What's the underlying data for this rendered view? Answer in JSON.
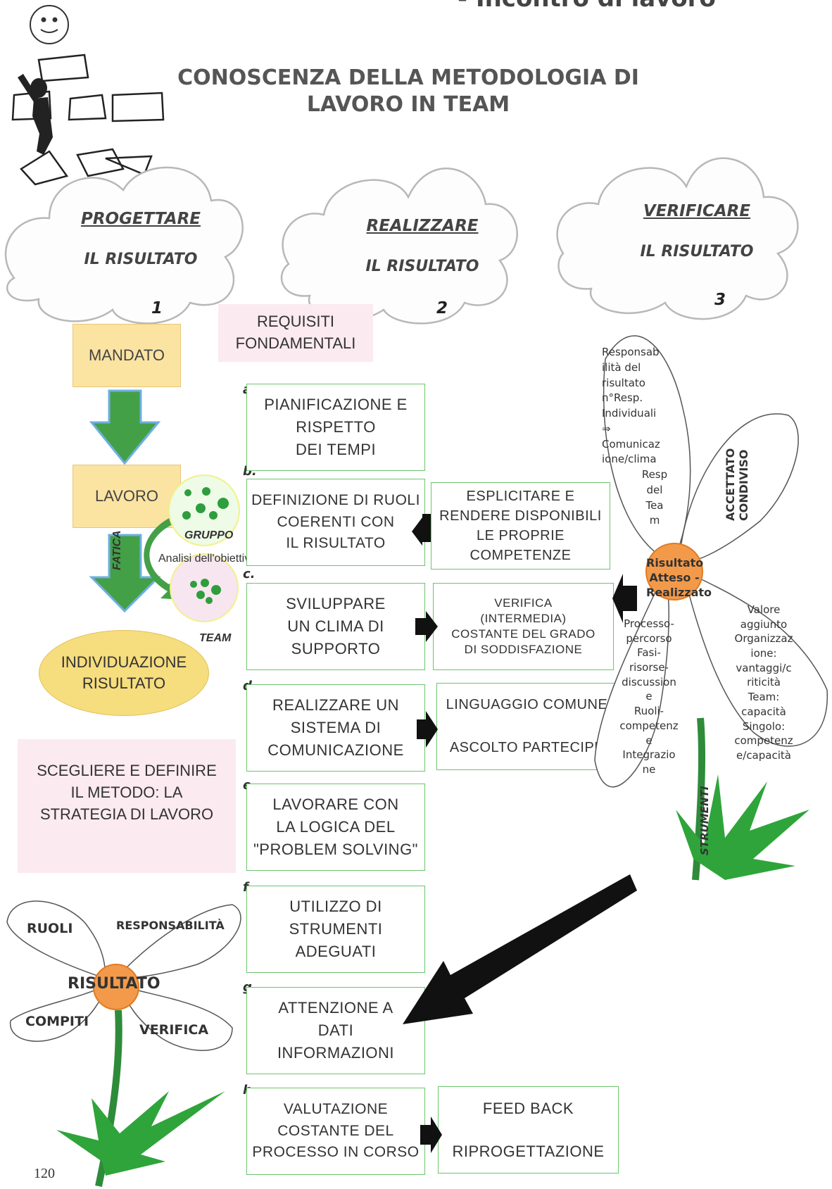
{
  "header_partial": "- Incontro di lavoro",
  "title": {
    "line1": "CONOSCENZA DELLA METODOLOGIA DI",
    "line2": "LAVORO IN TEAM"
  },
  "clouds": [
    {
      "title": "PROGETTARE",
      "subtitle": "IL RISULTATO",
      "number": "1"
    },
    {
      "title": "REALIZZARE",
      "subtitle": "IL RISULTATO",
      "number": "2"
    },
    {
      "title": "VERIFICARE",
      "subtitle": "IL RISULTATO",
      "number": "3"
    }
  ],
  "requisiti": {
    "line1": "REQUISITI",
    "line2": "FONDAMENTALI"
  },
  "left_flow": {
    "mandato": "MANDATO",
    "lavoro": "LAVORO",
    "fatica": "FATICA",
    "gruppo": "GRUPPO",
    "team": "TEAM",
    "analisi": "Analisi dell'obiettivo",
    "individuazione": {
      "line1": "INDIVIDUAZIONE",
      "line2": "RISULTATO"
    }
  },
  "scegliere": {
    "line1": "SCEGLIERE E DEFINIRE",
    "line2": "IL METODO: LA",
    "line3": "STRATEGIA DI LAVORO"
  },
  "steps": [
    {
      "letter": "a.",
      "lines": [
        "PIANIFICAZIONE E",
        "RISPETTO",
        "DEI TEMPI"
      ]
    },
    {
      "letter": "b.",
      "lines": [
        "DEFINIZIONE DI RUOLI",
        "COERENTI CON",
        "IL RISULTATO"
      ]
    },
    {
      "letter": "c.",
      "lines": [
        "SVILUPPARE",
        "UN CLIMA DI",
        "SUPPORTO"
      ]
    },
    {
      "letter": "d",
      "lines": [
        "REALIZZARE UN",
        "SISTEMA DI",
        "COMUNICAZIONE"
      ]
    },
    {
      "letter": "e",
      "lines": [
        "LAVORARE CON",
        "LA LOGICA DEL",
        "\"PROBLEM SOLVING\""
      ]
    },
    {
      "letter": "f.",
      "lines": [
        "UTILIZZO DI",
        "STRUMENTI",
        "ADEGUATI"
      ]
    },
    {
      "letter": "g.",
      "lines": [
        "ATTENZIONE A",
        "DATI",
        "INFORMAZIONI"
      ]
    },
    {
      "letter": "h",
      "lines": [
        "VALUTAZIONE",
        "COSTANTE DEL",
        "PROCESSO IN CORSO"
      ]
    }
  ],
  "side_boxes": {
    "esplicitare": [
      "ESPLICITARE E",
      "RENDERE DISPONIBILI",
      "LE PROPRIE",
      "COMPETENZE"
    ],
    "verifica": [
      "VERIFICA",
      "(INTERMEDIA)",
      "COSTANTE DEL GRADO",
      "DI SODDISFAZIONE"
    ],
    "linguaggio": [
      "LINGUAGGIO COMUNE",
      "ASCOLTO PARTECIPE"
    ],
    "feedback": [
      "FEED BACK",
      "RIPROGETTAZIONE"
    ]
  },
  "big_flower": {
    "center": [
      "Risultato",
      "Atteso -",
      "Realizzato"
    ],
    "petal_top_left": [
      "Responsab",
      "ilità del",
      "risultato",
      "n°Resp.",
      "Individuali",
      "⇒",
      "Comunicaz",
      "ione/clima",
      "Resp",
      "del",
      "Tea",
      "m"
    ],
    "petal_top_right": [
      "ACCETTATO",
      "CONDIVISO"
    ],
    "petal_bottom_left": [
      "Processo-",
      "percorso",
      "Fasi-",
      "risorse-",
      "discussion",
      "e",
      "Ruoli-",
      "competenz",
      "e",
      "Integrazio",
      "ne"
    ],
    "petal_bottom_right": [
      "Valore",
      "aggiunto",
      "Organizzaz",
      "ione:",
      "vantaggi/c",
      "riticità",
      "Team:",
      "capacità",
      "Singolo:",
      "competenz",
      "e/capacità"
    ],
    "stem_label": "STRUMENTI"
  },
  "small_flower": {
    "ruoli": "RUOLI",
    "responsabilita": "RESPONSABILITÀ",
    "risultato": "RISULTATO",
    "compiti": "COMPITI",
    "verifica": "VERIFICA"
  },
  "page_number": "120"
}
